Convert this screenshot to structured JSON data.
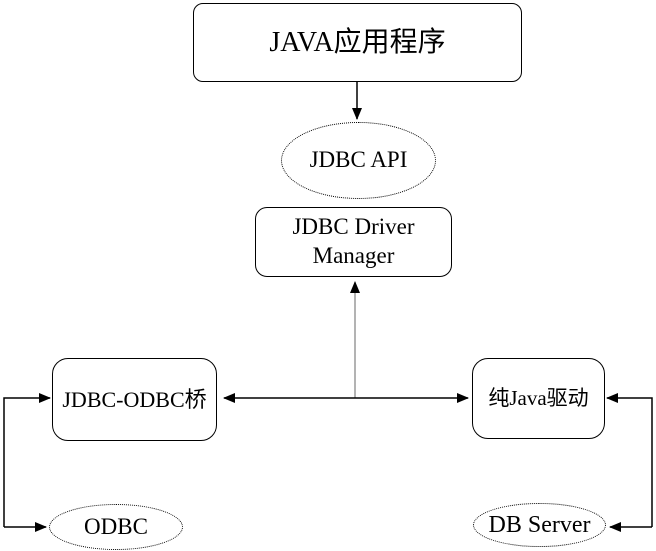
{
  "diagram": {
    "nodes": {
      "java_app": {
        "label": "JAVA应用程序",
        "shape": "rounded-rectangle"
      },
      "jdbc_api": {
        "label": "JDBC API",
        "shape": "dotted-ellipse"
      },
      "driver_manager": {
        "label": "JDBC Driver Manager",
        "shape": "rounded-rectangle"
      },
      "jdbc_odbc_bridge": {
        "label": "JDBC-ODBC桥",
        "shape": "rounded-rectangle"
      },
      "pure_java_driver": {
        "label": "纯Java驱动",
        "shape": "rounded-rectangle"
      },
      "odbc": {
        "label": "ODBC",
        "shape": "dotted-ellipse"
      },
      "db_server": {
        "label": "DB Server",
        "shape": "dotted-ellipse"
      }
    },
    "edges": [
      {
        "from": "java_app",
        "to": "jdbc_api",
        "style": "arrow-down"
      },
      {
        "from": "connector",
        "to": "driver_manager",
        "style": "arrow-up-gray-line"
      },
      {
        "from": "connector",
        "to": "jdbc_odbc_bridge",
        "style": "arrow-left"
      },
      {
        "from": "connector",
        "to": "pure_java_driver",
        "style": "arrow-right"
      },
      {
        "from": "jdbc_odbc_bridge",
        "to": "odbc",
        "style": "bent-double-arrow-left-side"
      },
      {
        "from": "pure_java_driver",
        "to": "db_server",
        "style": "bent-double-arrow-right-side"
      }
    ],
    "colors": {
      "line": "#000000",
      "secondary_line": "#808080",
      "text": "#000000",
      "background": "#ffffff"
    }
  }
}
